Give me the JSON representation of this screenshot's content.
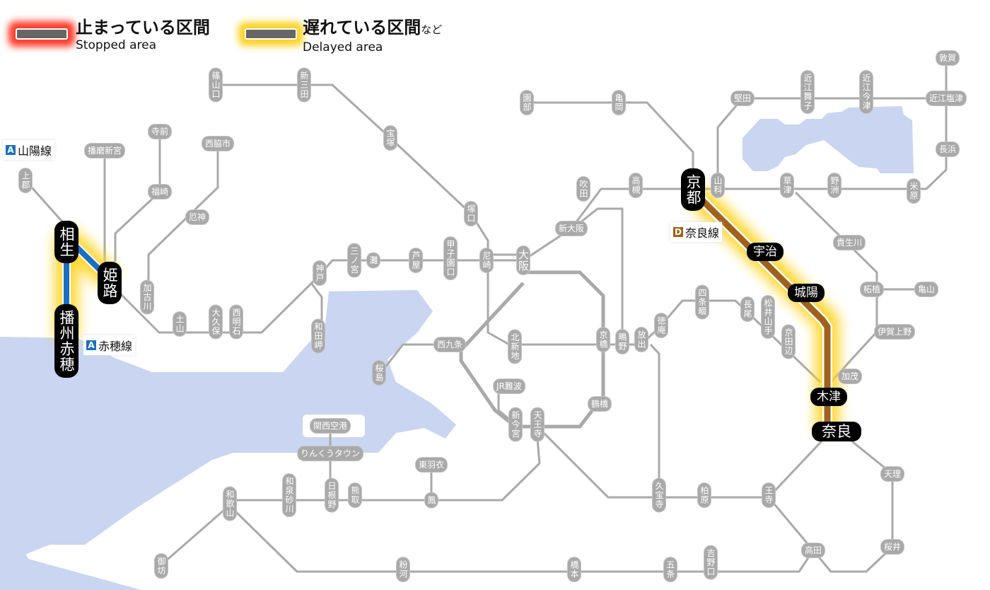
{
  "legend": {
    "stopped": {
      "label": "止まっている区間",
      "en": "Stopped area"
    },
    "delayed": {
      "label": "遅れている区間",
      "suffix": "など",
      "en": "Delayed area"
    }
  },
  "colors": {
    "stopped": "#ff3b2a",
    "delayed": "#ffd21f",
    "line_a": "#1a6fbf",
    "line_d": "#a0611b",
    "water": "#c9d5f1",
    "track": "#a9a9a9"
  },
  "line_badges": [
    {
      "letter": "A",
      "name": "山陽線",
      "color": "#1a6fbf"
    },
    {
      "letter": "A",
      "name": "赤穂線",
      "color": "#1a6fbf"
    },
    {
      "letter": "D",
      "name": "奈良線",
      "color": "#a0611b"
    }
  ],
  "stations": [
    {
      "name": "篠山口"
    },
    {
      "name": "新三田"
    },
    {
      "name": "宝塚"
    },
    {
      "name": "塚口"
    },
    {
      "name": "尼崎"
    },
    {
      "name": "大阪"
    },
    {
      "name": "甲子園口"
    },
    {
      "name": "芦屋"
    },
    {
      "name": "灘"
    },
    {
      "name": "三ノ宮"
    },
    {
      "name": "神戸"
    },
    {
      "name": "和田岬"
    },
    {
      "name": "西明石"
    },
    {
      "name": "大久保"
    },
    {
      "name": "土山"
    },
    {
      "name": "加古川"
    },
    {
      "name": "厄神"
    },
    {
      "name": "西脇市"
    },
    {
      "name": "寺前"
    },
    {
      "name": "福崎"
    },
    {
      "name": "播磨新宮"
    },
    {
      "name": "上郡"
    },
    {
      "name": "相生",
      "status": "affected"
    },
    {
      "name": "姫路",
      "status": "affected"
    },
    {
      "name": "播州赤穂",
      "status": "affected"
    },
    {
      "name": "西九条"
    },
    {
      "name": "桜島"
    },
    {
      "name": "北新地"
    },
    {
      "name": "京橋"
    },
    {
      "name": "鴫野"
    },
    {
      "name": "放出"
    },
    {
      "name": "徳庵"
    },
    {
      "name": "JR難波"
    },
    {
      "name": "新今宮"
    },
    {
      "name": "天王寺"
    },
    {
      "name": "鶴橋"
    },
    {
      "name": "新大阪"
    },
    {
      "name": "吹田"
    },
    {
      "name": "高槻"
    },
    {
      "name": "京都",
      "status": "affected"
    },
    {
      "name": "山科"
    },
    {
      "name": "園部"
    },
    {
      "name": "亀岡"
    },
    {
      "name": "堅田"
    },
    {
      "name": "近江舞子"
    },
    {
      "name": "近江今津"
    },
    {
      "name": "近江塩津"
    },
    {
      "name": "敦賀"
    },
    {
      "name": "長浜"
    },
    {
      "name": "米原"
    },
    {
      "name": "野洲"
    },
    {
      "name": "草津"
    },
    {
      "name": "宇治",
      "status": "affected"
    },
    {
      "name": "城陽",
      "status": "affected"
    },
    {
      "name": "木津",
      "status": "affected"
    },
    {
      "name": "奈良",
      "status": "affected"
    },
    {
      "name": "貴生川"
    },
    {
      "name": "柘植"
    },
    {
      "name": "亀山"
    },
    {
      "name": "伊賀上野"
    },
    {
      "name": "加茂"
    },
    {
      "name": "四条畷"
    },
    {
      "name": "長尾"
    },
    {
      "name": "松井山手"
    },
    {
      "name": "京田辺"
    },
    {
      "name": "天理"
    },
    {
      "name": "桜井"
    },
    {
      "name": "高田"
    },
    {
      "name": "王寺"
    },
    {
      "name": "柏原"
    },
    {
      "name": "久宝寺"
    },
    {
      "name": "関西空港"
    },
    {
      "name": "りんくうタウン"
    },
    {
      "name": "東羽衣"
    },
    {
      "name": "鳳"
    },
    {
      "name": "熊取"
    },
    {
      "name": "日根野"
    },
    {
      "name": "和泉砂川"
    },
    {
      "name": "和歌山"
    },
    {
      "name": "御坊"
    },
    {
      "name": "粉河"
    },
    {
      "name": "橋本"
    },
    {
      "name": "五条"
    },
    {
      "name": "吉野口"
    }
  ]
}
